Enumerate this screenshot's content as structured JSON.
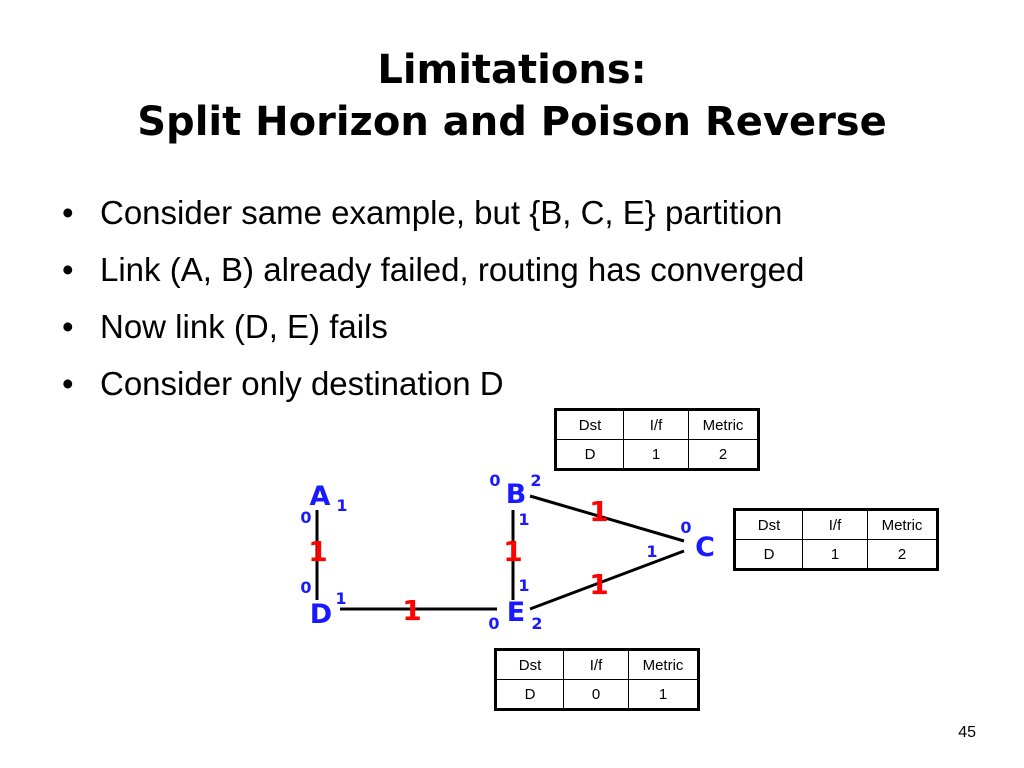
{
  "slide": {
    "title_line1": "Limitations:",
    "title_line2": "Split Horizon and Poison Reverse",
    "bullet_glyph": "•",
    "bullets": [
      "Consider same example, but {B, C, E} partition",
      "Link (A, B) already failed, routing has converged",
      "Now link (D, E) fails",
      "Consider only destination D"
    ],
    "page_number": "45"
  },
  "colors": {
    "node_label": "#1a1aff",
    "interface_label": "#1a1aff",
    "link_cost": "#ff0000",
    "link": "#000000"
  },
  "diagram": {
    "nodes": {
      "A": "A",
      "B": "B",
      "C": "C",
      "D": "D",
      "E": "E"
    },
    "interfaces": {
      "A0": "0",
      "A1": "1",
      "D0": "0",
      "D1": "1",
      "B0": "0",
      "B1": "1",
      "B2": "2",
      "E0": "0",
      "E1": "1",
      "E2": "2",
      "C0": "0",
      "C1": "1"
    },
    "link_costs": {
      "AD": "1",
      "DE": "1",
      "BE": "1",
      "BC": "1",
      "EC": "1"
    }
  },
  "routing_tables": {
    "headers": [
      "Dst",
      "I/f",
      "Metric"
    ],
    "B": {
      "row": [
        "D",
        "1",
        "2"
      ]
    },
    "C": {
      "row": [
        "D",
        "1",
        "2"
      ]
    },
    "E": {
      "row": [
        "D",
        "0",
        "1"
      ]
    }
  }
}
